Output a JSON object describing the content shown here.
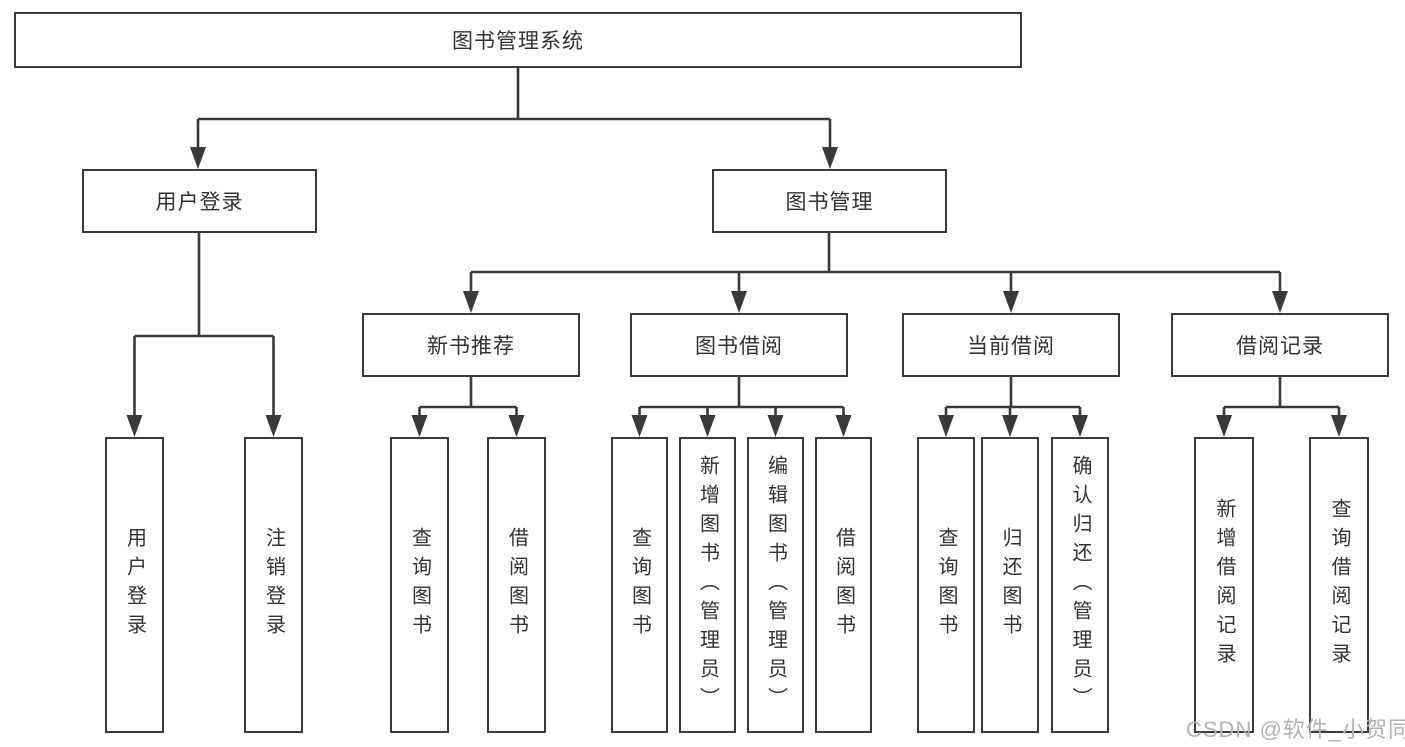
{
  "diagram": {
    "title": "图书管理系统",
    "root": "图书管理系统",
    "level2": {
      "user_login": "用户登录",
      "book_mgmt": "图书管理"
    },
    "level3": {
      "new_book": "新书推荐",
      "book_borrow": "图书借阅",
      "current_borrow": "当前借阅",
      "borrow_record": "借阅记录"
    },
    "leaves": {
      "user_login": [
        "用户登录",
        "注销登录"
      ],
      "new_book": [
        "查询图书",
        "借阅图书"
      ],
      "book_borrow": [
        "查询图书",
        "新增图书（管理员）",
        "编辑图书（管理员）",
        "借阅图书"
      ],
      "current_borrow": [
        "查询图书",
        "归还图书",
        "确认归还（管理员）"
      ],
      "borrow_record": [
        "新增借阅记录",
        "查询借阅记录"
      ]
    }
  },
  "watermark": "CSDN @软件_小贺同学",
  "colors": {
    "line": "#3a3a3a",
    "text": "#333333",
    "background": "#ffffff",
    "watermark": "#b3b3b3"
  }
}
